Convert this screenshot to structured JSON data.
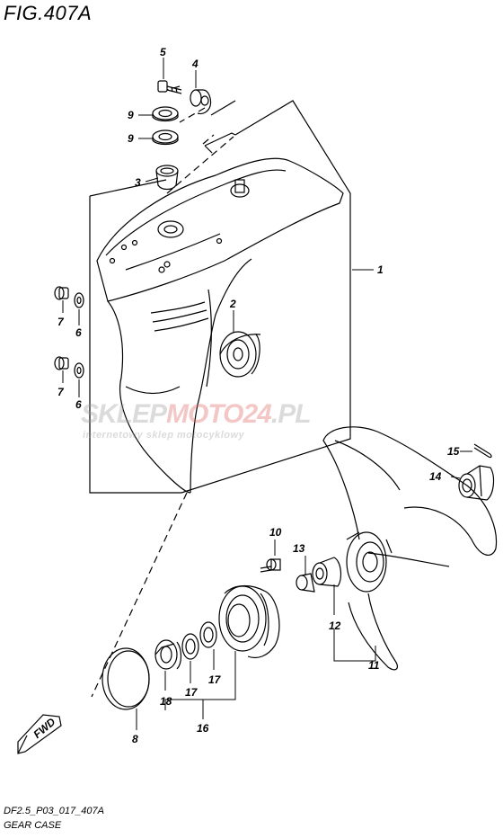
{
  "figure_title": "FIG.407A",
  "footer": {
    "code": "DF2.5_P03_017_407A",
    "name": "GEAR CASE"
  },
  "watermark": {
    "part1": "SKLEP",
    "part2": "MOTO",
    "part3": "24",
    "part4": ".PL",
    "tagline": "internetowy sklep motocyklowy"
  },
  "fwd_label": "FWD",
  "callouts": [
    "1",
    "2",
    "3",
    "4",
    "5",
    "6",
    "6",
    "7",
    "7",
    "8",
    "9",
    "9",
    "10",
    "11",
    "12",
    "13",
    "14",
    "15",
    "16",
    "17",
    "17",
    "18"
  ]
}
